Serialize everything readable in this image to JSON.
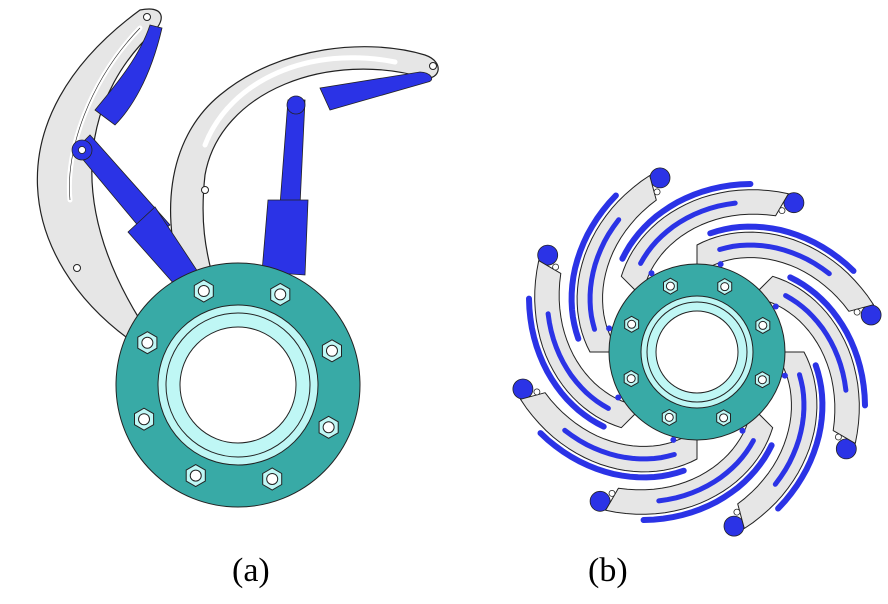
{
  "labels": {
    "a": "(a)",
    "b": "(b)"
  },
  "colors": {
    "flange": "#38aaa6",
    "inner_ring": "#bff7f5",
    "arm": "#e6e6e6",
    "actuator": "#2b33e6",
    "outline": "#222222"
  },
  "panels": {
    "a": {
      "bolt_count": 8,
      "arm_count": 2
    },
    "b": {
      "bolt_count": 8,
      "blade_count": 8
    }
  }
}
